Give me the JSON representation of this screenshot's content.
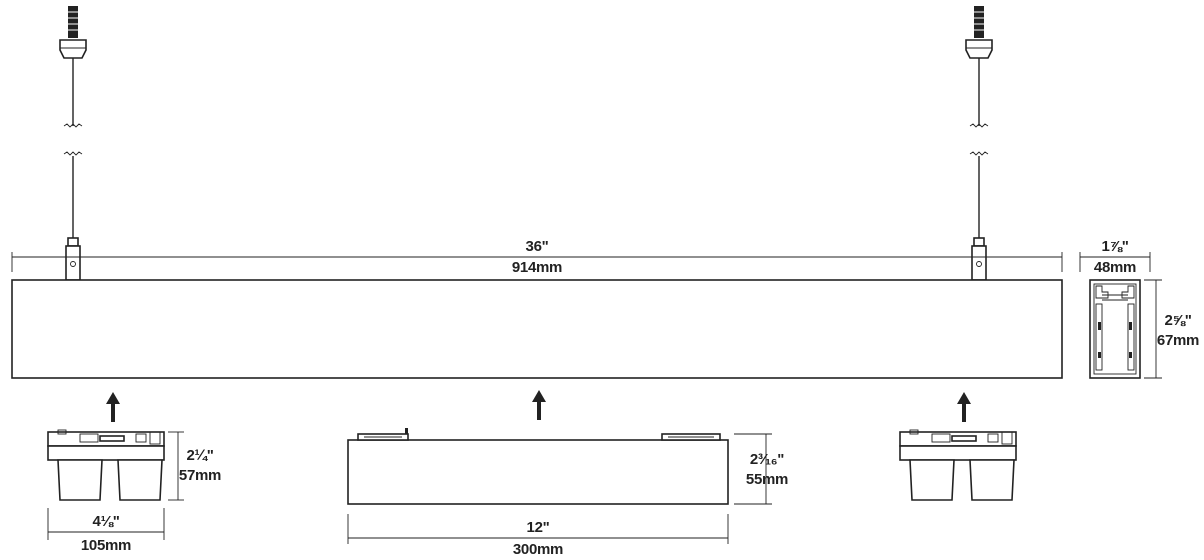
{
  "colors": {
    "line": "#222222",
    "background": "#ffffff"
  },
  "dimensions": {
    "length_in": "36\"",
    "length_mm": "914mm",
    "profile_width_in": "1⅞\"",
    "profile_width_mm": "48mm",
    "profile_height_in": "2⅝\"",
    "profile_height_mm": "67mm",
    "spot_module_height_in": "2¼\"",
    "spot_module_height_mm": "57mm",
    "spot_module_width_in": "4⅛\"",
    "spot_module_width_mm": "105mm",
    "linear_module_height_in": "2³⁄₁₆\"",
    "linear_module_height_mm": "55mm",
    "linear_module_length_in": "12\"",
    "linear_module_length_mm": "300mm"
  },
  "icons": [
    "suspension-cable-icon",
    "insert-arrow-icon"
  ]
}
